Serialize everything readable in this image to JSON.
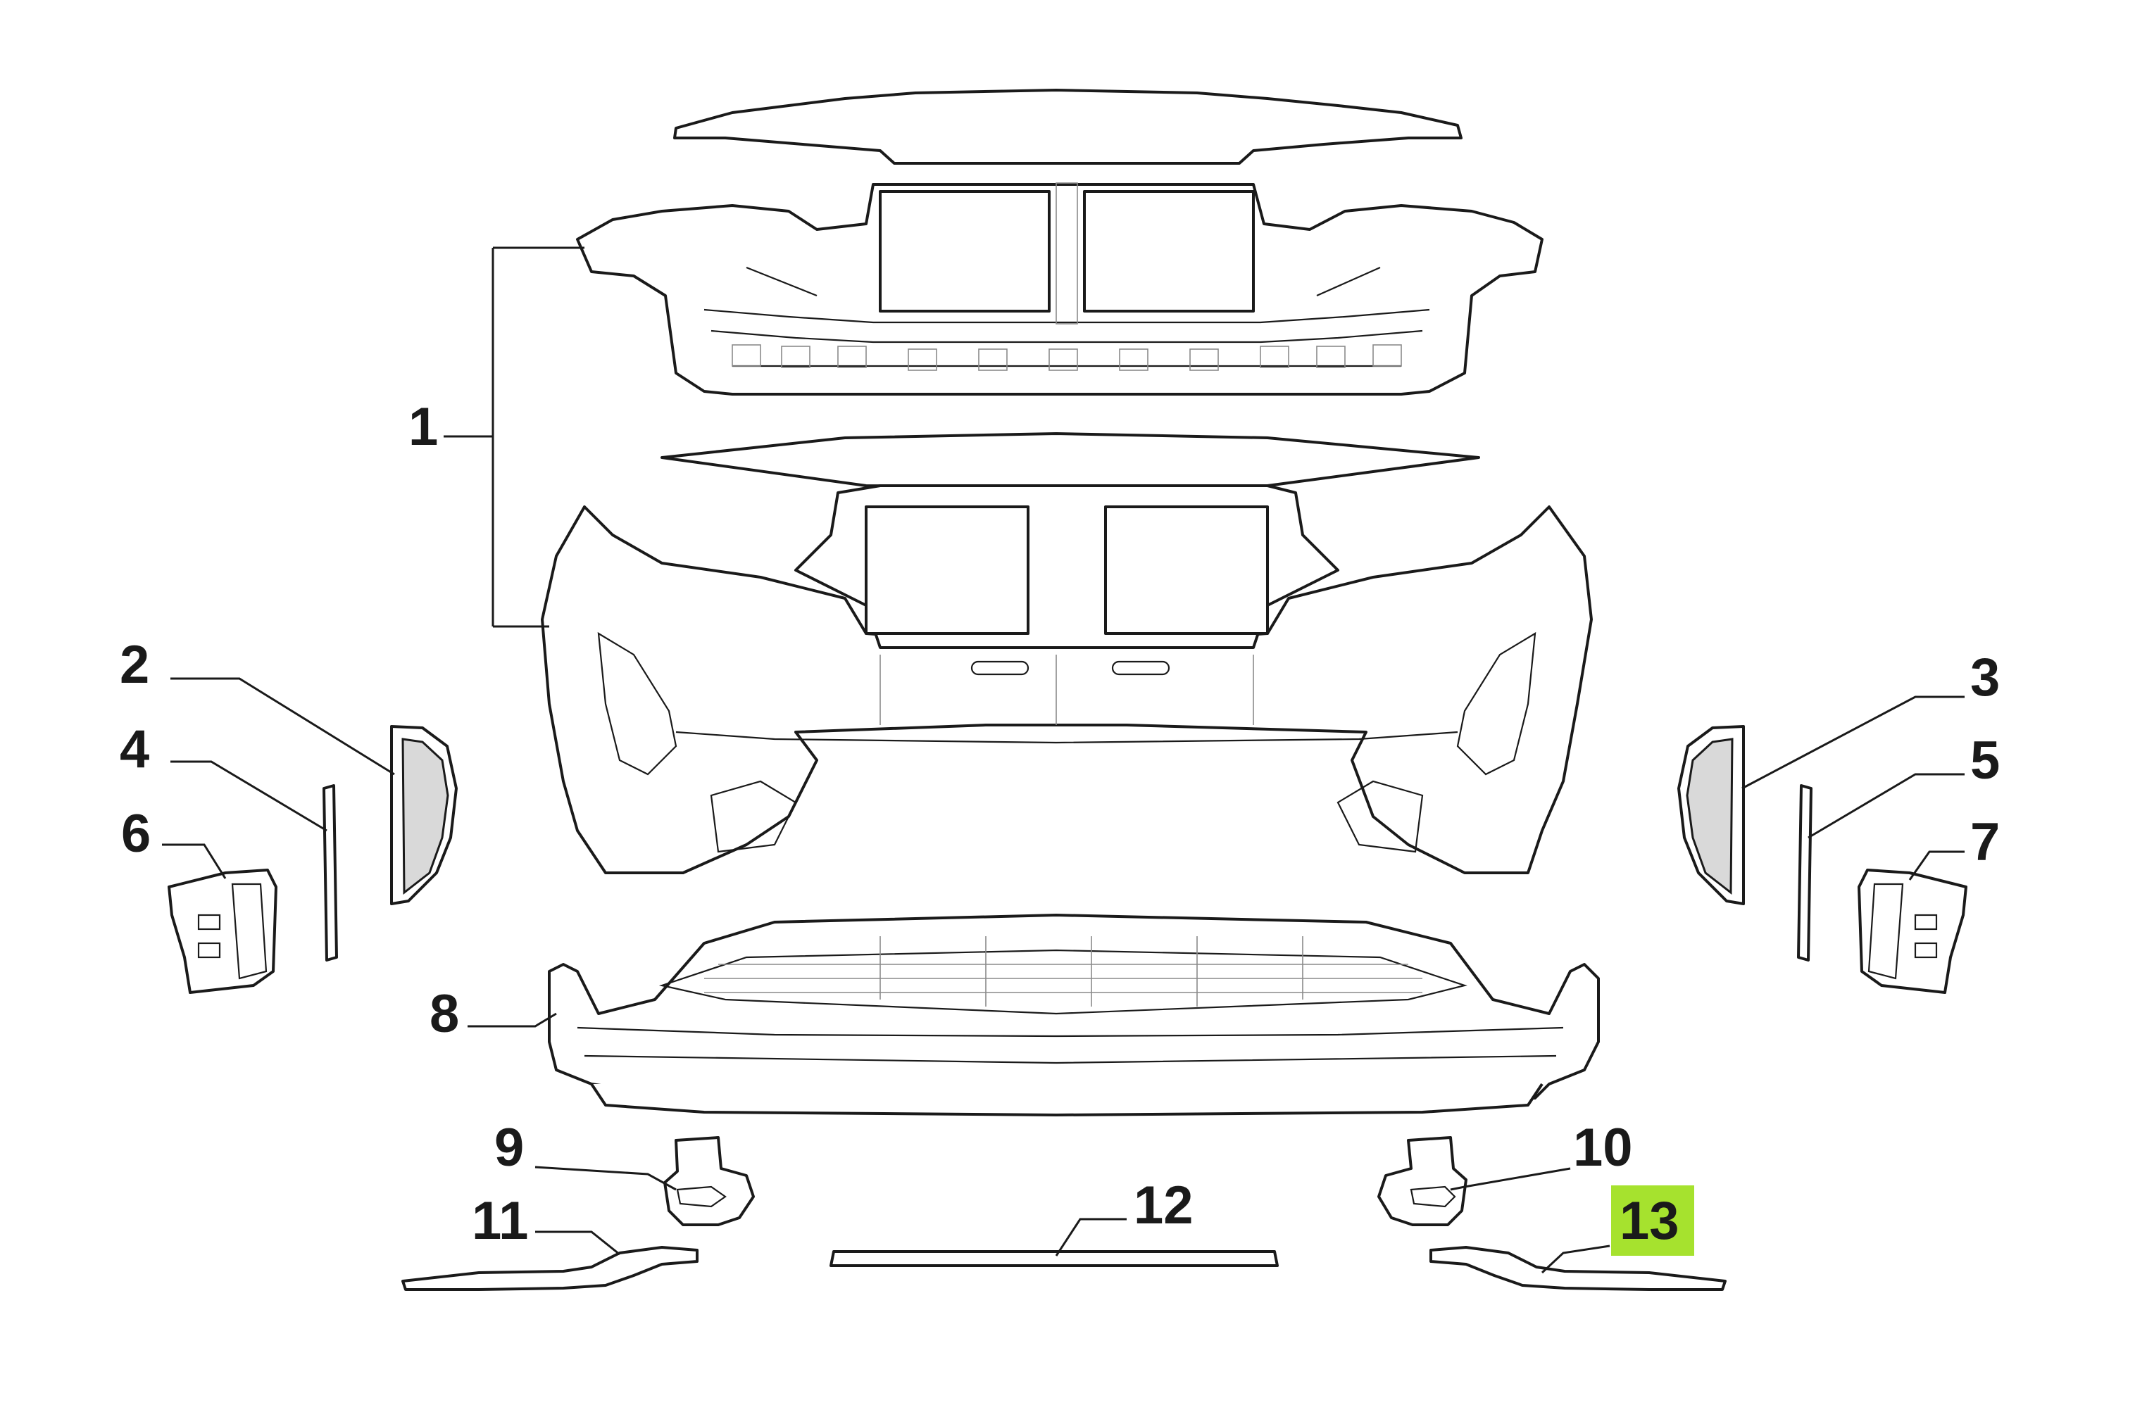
{
  "diagram": {
    "highlight_color": "#a6e22e",
    "line_color": "#1a1a1a",
    "background": "#ffffff",
    "callouts": [
      {
        "id": "1",
        "label": "1",
        "part": "front-bumper-assembly"
      },
      {
        "id": "2",
        "label": "2",
        "part": "left-side-grille"
      },
      {
        "id": "3",
        "label": "3",
        "part": "right-side-grille"
      },
      {
        "id": "4",
        "label": "4",
        "part": "left-trim-strip"
      },
      {
        "id": "5",
        "label": "5",
        "part": "right-trim-strip"
      },
      {
        "id": "6",
        "label": "6",
        "part": "left-fog-lamp-bracket"
      },
      {
        "id": "7",
        "label": "7",
        "part": "right-fog-lamp-bracket"
      },
      {
        "id": "8",
        "label": "8",
        "part": "lower-bumper-spoiler"
      },
      {
        "id": "9",
        "label": "9",
        "part": "left-lower-bracket"
      },
      {
        "id": "10",
        "label": "10",
        "part": "right-lower-bracket"
      },
      {
        "id": "11",
        "label": "11",
        "part": "left-lower-moulding"
      },
      {
        "id": "12",
        "label": "12",
        "part": "center-lower-moulding"
      },
      {
        "id": "13",
        "label": "13",
        "part": "right-lower-moulding",
        "highlighted": true
      }
    ]
  }
}
